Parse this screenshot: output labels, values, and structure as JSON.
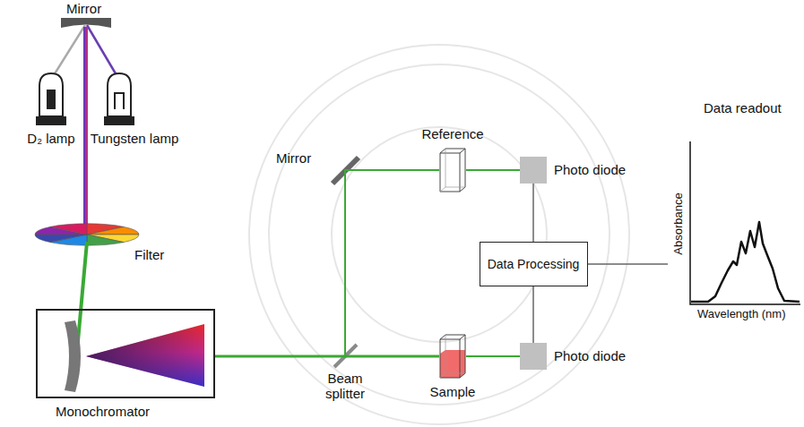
{
  "diagram": {
    "nodes": [
      {
        "text": [
          "Reference"
        ]
      },
      {
        "text": [
          "Photo diode"
        ]
      },
      {
        "text": [
          "Data readout",
          "Absorbance",
          "Wavelength (nm)"
        ]
      },
      {
        "text": [
          "Data Processing"
        ]
      },
      {
        "text": [
          "Monochromator"
        ]
      },
      {
        "text": [
          "Sample"
        ]
      },
      {
        "text": [
          "Photo diode"
        ]
      }
    ],
    "edges": [
      {
        "from": 4,
        "to": 0,
        "arrow": "none"
      },
      {
        "from": 0,
        "to": 1,
        "arrow": "none"
      },
      {
        "from": 4,
        "to": 5,
        "arrow": "none"
      },
      {
        "from": 5,
        "to": 6,
        "arrow": "none"
      },
      {
        "from": 1,
        "to": 3,
        "arrow": "none"
      },
      {
        "from": 3,
        "to": 6,
        "arrow": "none"
      },
      {
        "from": 3,
        "to": 2,
        "arrow": "none"
      }
    ],
    "labels": [
      "Mirror",
      "D₂ lamp",
      "Tungsten lamp",
      "Filter",
      "Mirror",
      "Beam splitter"
    ]
  }
}
